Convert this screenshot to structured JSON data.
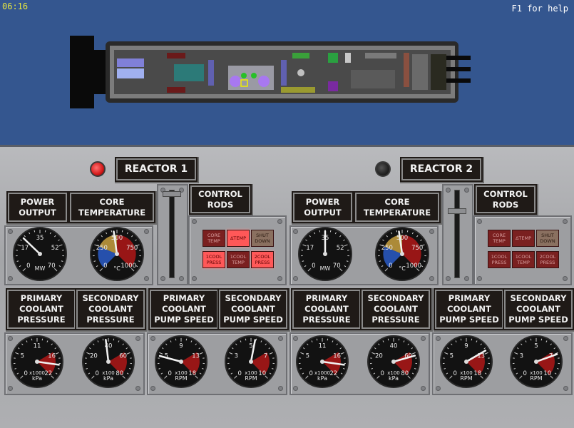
{
  "clock": "06:16",
  "help": "F1 for help",
  "reactors": [
    {
      "title": "REACTOR 1",
      "lamp": "on",
      "labels": {
        "power": [
          "POWER",
          "OUTPUT"
        ],
        "core": [
          "CORE",
          "TEMPERATURE"
        ],
        "rods": [
          "CONTROL",
          "RODS"
        ],
        "pcp": [
          "PRIMARY",
          "COOLANT",
          "PRESSURE"
        ],
        "scp": [
          "SECONDARY",
          "COOLANT",
          "PRESSURE"
        ],
        "pps": [
          "PRIMARY",
          "COOLANT",
          "PUMP SPEED"
        ],
        "sps": [
          "SECONDARY",
          "COOLANT",
          "PUMP SPEED"
        ]
      },
      "warnings": [
        {
          "text": "CORE TEMP",
          "state": "dim"
        },
        {
          "text": "ΔTEMP",
          "state": "lit"
        },
        {
          "text": "SHUT DOWN",
          "state": "off"
        },
        {
          "text": "1COOL PRESS",
          "state": "lit"
        },
        {
          "text": "1COOL TEMP",
          "state": "dim"
        },
        {
          "text": "2COOL PRESS",
          "state": "lit"
        }
      ],
      "gauges": {
        "power": {
          "ticks": [
            "0",
            "17",
            "35",
            "52",
            "70"
          ],
          "unit": "MW",
          "value": 23,
          "max": 70
        },
        "core": {
          "ticks": [
            "0",
            "250",
            "500",
            "750",
            "1000"
          ],
          "unit": "°C",
          "value": 470,
          "max": 1000
        },
        "pcp": {
          "ticks": [
            "0",
            "5",
            "11",
            "16",
            "22"
          ],
          "mult": "x1000",
          "unit": "kPa",
          "value": 19,
          "max": 22
        },
        "scp": {
          "ticks": [
            "0",
            "20",
            "40",
            "60",
            "80"
          ],
          "mult": "x100",
          "unit": "kPa",
          "value": 38,
          "max": 80
        },
        "pps": {
          "ticks": [
            "0",
            "5",
            "9",
            "13",
            "18"
          ],
          "mult": "x100",
          "unit": "RPM",
          "value": 4,
          "max": 18
        },
        "sps": {
          "ticks": [
            "0",
            "3",
            "5",
            "7",
            "10"
          ],
          "mult": "x100",
          "unit": "RPM",
          "value": 5.4,
          "max": 10
        }
      }
    },
    {
      "title": "REACTOR 2",
      "lamp": "off",
      "labels": {
        "power": [
          "POWER",
          "OUTPUT"
        ],
        "core": [
          "CORE",
          "TEMPERATURE"
        ],
        "rods": [
          "CONTROL",
          "RODS"
        ],
        "pcp": [
          "PRIMARY",
          "COOLANT",
          "PRESSURE"
        ],
        "scp": [
          "SECONDARY",
          "COOLANT",
          "PRESSURE"
        ],
        "pps": [
          "PRIMARY",
          "COOLANT",
          "PUMP SPEED"
        ],
        "sps": [
          "SECONDARY",
          "COOLANT",
          "PUMP SPEED"
        ]
      },
      "warnings": [
        {
          "text": "CORE TEMP",
          "state": "dim"
        },
        {
          "text": "ΔTEMP",
          "state": "dim"
        },
        {
          "text": "SHUT DOWN",
          "state": "off"
        },
        {
          "text": "1COOL PRESS",
          "state": "dim"
        },
        {
          "text": "1COOL TEMP",
          "state": "dim"
        },
        {
          "text": "2COOL PRESS",
          "state": "dim"
        }
      ],
      "gauges": {
        "power": {
          "ticks": [
            "0",
            "17",
            "35",
            "52",
            "70"
          ],
          "unit": "MW",
          "value": 35,
          "max": 70
        },
        "core": {
          "ticks": [
            "0",
            "250",
            "500",
            "750",
            "1000"
          ],
          "unit": "°C",
          "value": 470,
          "max": 1000
        },
        "pcp": {
          "ticks": [
            "0",
            "5",
            "11",
            "16",
            "22"
          ],
          "mult": "x1000",
          "unit": "kPa",
          "value": 19,
          "max": 22
        },
        "scp": {
          "ticks": [
            "0",
            "20",
            "40",
            "60",
            "80"
          ],
          "mult": "x100",
          "unit": "kPa",
          "value": 62,
          "max": 80
        },
        "pps": {
          "ticks": [
            "0",
            "5",
            "9",
            "13",
            "18"
          ],
          "mult": "x100",
          "unit": "RPM",
          "value": 13,
          "max": 18
        },
        "sps": {
          "ticks": [
            "0",
            "3",
            "5",
            "7",
            "10"
          ],
          "mult": "x100",
          "unit": "RPM",
          "value": 7.6,
          "max": 10
        }
      }
    }
  ],
  "colors": {
    "topbar": "#34568f",
    "panel": "#a9aaad",
    "plaque": "#1f1a17",
    "gauge_face": "#111111",
    "danger": "#b01818",
    "cold": "#2a5cc8",
    "warm": "#c8a040"
  }
}
